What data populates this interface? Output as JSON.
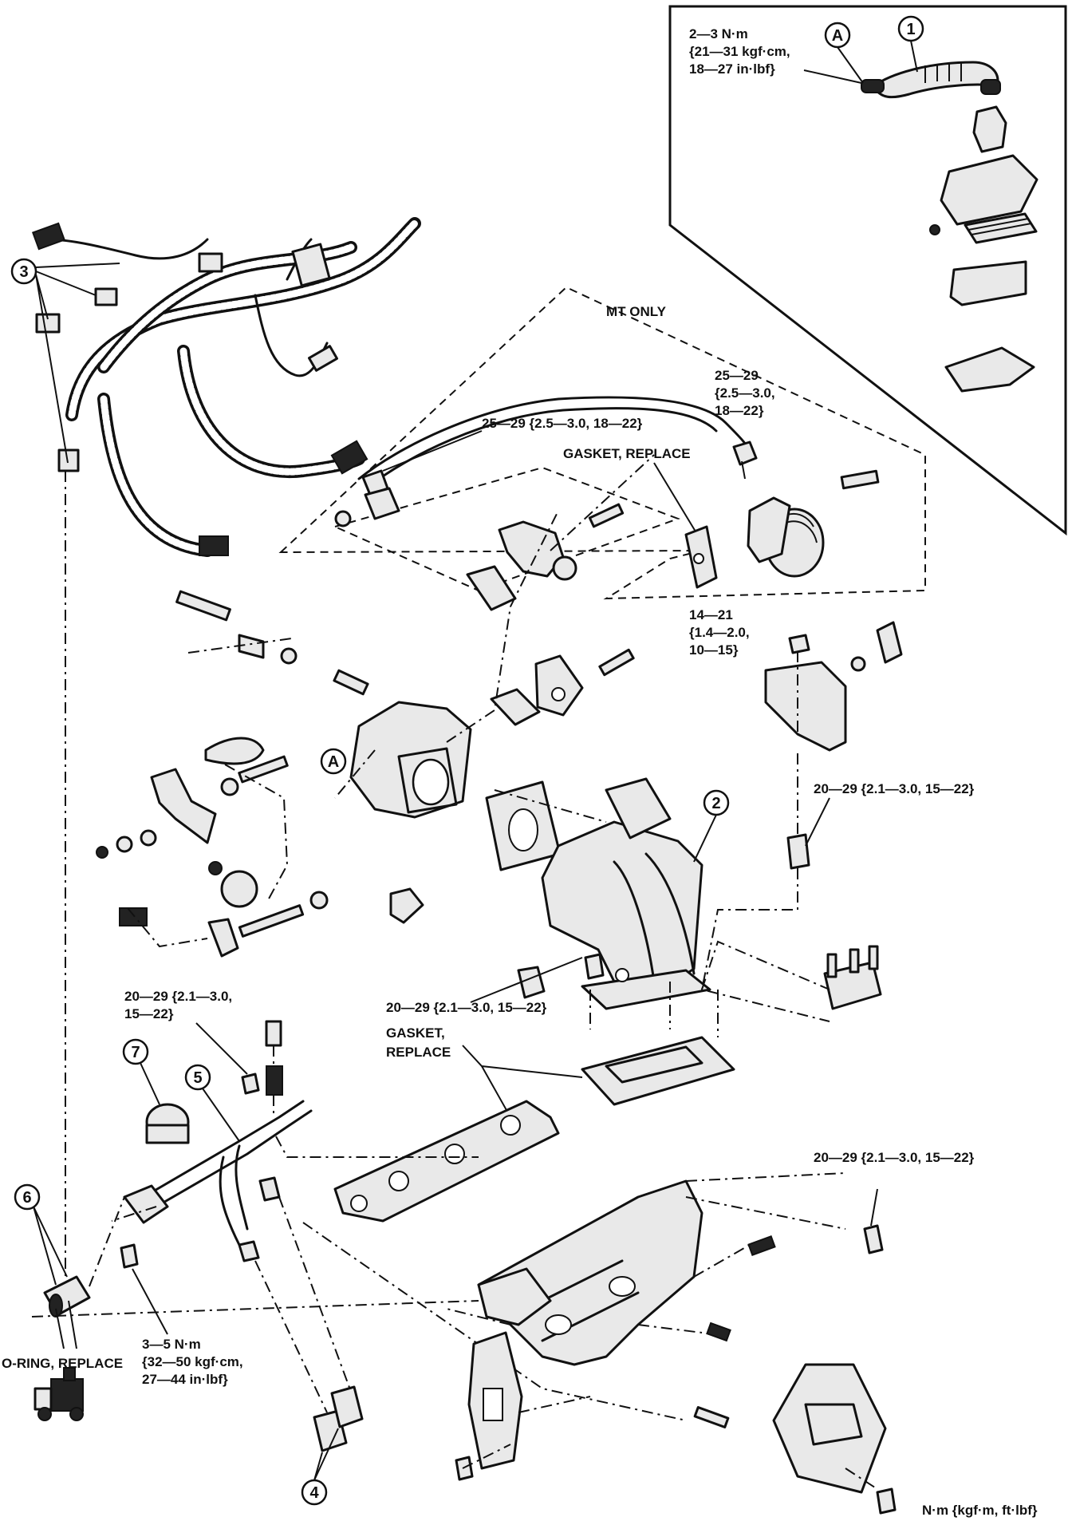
{
  "callouts": {
    "c1": "1",
    "c2": "2",
    "c3": "3",
    "c4": "4",
    "c5": "5",
    "c6": "6",
    "c7": "7",
    "ca1": "A",
    "ca2": "A"
  },
  "labels": {
    "inset_torque_l1": "2—3 N·m",
    "inset_torque_l2": "{21—31 kgf·cm,",
    "inset_torque_l3": "18—27 in·lbf}",
    "mt_only": "MT ONLY",
    "pipe_torque_a_l1": "25—29",
    "pipe_torque_a_l2": "{2.5—3.0,",
    "pipe_torque_a_l3": "18—22}",
    "pipe_torque_b": "25—29 {2.5—3.0, 18—22}",
    "gasket_replace_top": "GASKET, REPLACE",
    "torque_14_21_l1": "14—21",
    "torque_14_21_l2": "{1.4—2.0,",
    "torque_14_21_l3": "10—15}",
    "torque_20_29_right": "20—29 {2.1—3.0, 15—22}",
    "torque_20_29_left_l1": "20—29 {2.1—3.0,",
    "torque_20_29_left_l2": "15—22}",
    "torque_20_29_mid": "20—29 {2.1—3.0, 15—22}",
    "gasket_replace_mid_l1": "GASKET,",
    "gasket_replace_mid_l2": "REPLACE",
    "torque_20_29_lower_right": "20—29 {2.1—3.0, 15—22}",
    "oring_replace": "O-RING, REPLACE",
    "torque_3_5_l1": "3—5 N·m",
    "torque_3_5_l2": "{32—50 kgf·cm,",
    "torque_3_5_l3": "27—44 in·lbf}",
    "units_legend": "N·m {kgf·m, ft·lbf}"
  }
}
